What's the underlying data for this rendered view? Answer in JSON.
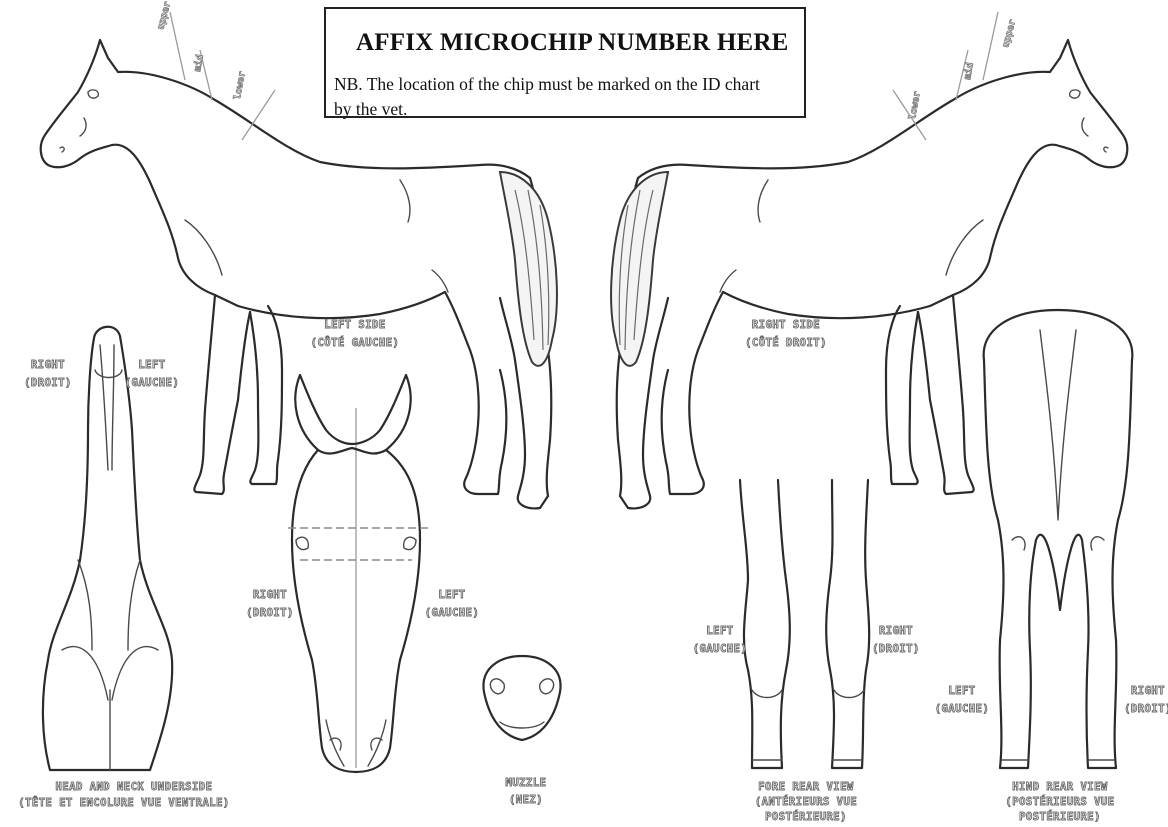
{
  "notice": {
    "heading": "AFFIX MICROCHIP NUMBER HERE",
    "note": "NB. The location of the chip must be marked on the ID chart by the vet."
  },
  "labels": {
    "left_side": [
      "LEFT SIDE",
      "(CÔTÉ GAUCHE)"
    ],
    "right_side": [
      "RIGHT SIDE",
      "(CÔTÉ DROIT)"
    ],
    "neck_right": [
      "RIGHT",
      "(DROIT)"
    ],
    "neck_left": [
      "LEFT",
      "(GAUCHE)"
    ],
    "head_right": [
      "RIGHT",
      "(DROIT)"
    ],
    "head_left": [
      "LEFT",
      "(GAUCHE)"
    ],
    "muzzle": [
      "MUZZLE",
      "(NEZ)"
    ],
    "head_neck_underside": [
      "HEAD AND NECK UNDERSIDE",
      "(TÊTE ET ENCOLURE VUE VENTRALE)"
    ],
    "fore_left": [
      "LEFT",
      "(GAUCHE)"
    ],
    "fore_right": [
      "RIGHT",
      "(DROIT)"
    ],
    "fore_view": [
      "FORE REAR VIEW",
      "(ANTÉRIEURS VUE",
      "POSTÉRIEURE)"
    ],
    "hind_left": [
      "LEFT",
      "(GAUCHE)"
    ],
    "hind_right": [
      "RIGHT",
      "(DROIT)"
    ],
    "hind_view": [
      "HIND REAR VIEW",
      "(POSTÉRIEURS VUE",
      "POSTÉRIEURE)"
    ],
    "neck_marks_left": [
      "upper",
      "mid",
      "lower"
    ],
    "neck_marks_right": [
      "upper",
      "mid",
      "lower"
    ]
  },
  "colors": {
    "outline": "#2b2b2b",
    "label_stroke": "#6a6a6a",
    "background": "#ffffff"
  }
}
